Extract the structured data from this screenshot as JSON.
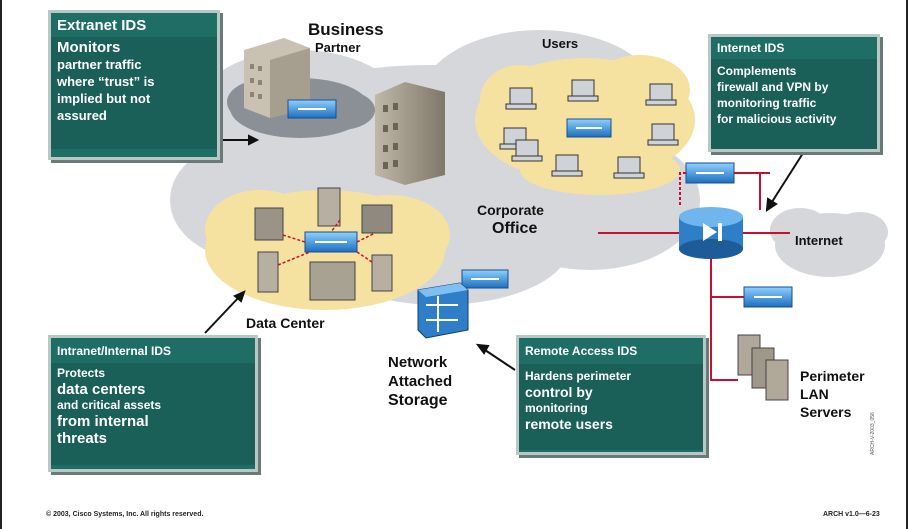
{
  "callouts": {
    "extranet": {
      "title": "Extranet IDS",
      "body": [
        "Monitors",
        "partner traffic",
        "where “trust” is",
        "implied but not",
        "assured"
      ]
    },
    "internet": {
      "title": "Internet IDS",
      "body": [
        "Complements",
        "firewall and VPN by",
        "monitoring traffic",
        "for malicious activity"
      ]
    },
    "intranet": {
      "title": "Intranet/Internal IDS",
      "body": [
        "Protects",
        "data centers",
        "and critical assets",
        "from internal",
        "threats"
      ]
    },
    "remote": {
      "title": "Remote Access IDS",
      "body": [
        "Hardens perimeter",
        "control by",
        "monitoring",
        "remote users"
      ]
    }
  },
  "labels": {
    "business_partner": [
      "Business",
      "Partner"
    ],
    "users": "Users",
    "corporate_office": [
      "Corporate",
      "Office"
    ],
    "internet": "Internet",
    "data_center": "Data Center",
    "nas": [
      "Network",
      "Attached",
      "Storage"
    ],
    "perimeter": [
      "Perimeter",
      "LAN",
      "Servers"
    ],
    "vertical_code": "ARCH-V-2003_056"
  },
  "footer": {
    "copyright": "© 2003, Cisco Systems, Inc. All rights reserved.",
    "code": "ARCH v1.0—6-23"
  },
  "colors": {
    "callout_bg": "#1e6e66",
    "cloud_gray": "#d4d6da",
    "cloud_yellow": "#f6e2a0",
    "link_red": "#c8102e",
    "ids_blue": "#3a8fd8"
  }
}
